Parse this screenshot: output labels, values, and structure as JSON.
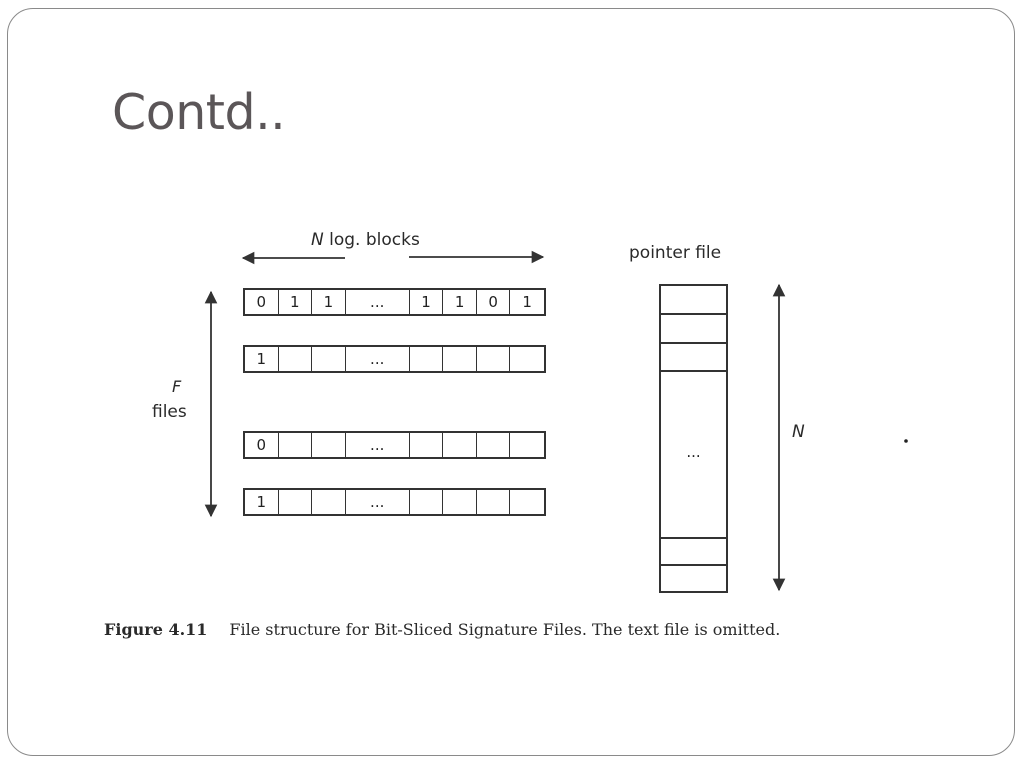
{
  "slide": {
    "title": "Contd.."
  },
  "diagram": {
    "horizontal_label_var": "N",
    "horizontal_label_text": " log. blocks",
    "pointer_file_label": "pointer file",
    "vertical_left_var": "F",
    "vertical_left_text": "files",
    "vertical_right_var": "N",
    "pointer_ellipsis": "...",
    "rows": [
      [
        "0",
        "1",
        "1",
        "...",
        "1",
        "1",
        "0",
        "1"
      ],
      [
        "1",
        "",
        "",
        "...",
        "",
        "",
        "",
        ""
      ],
      [
        "0",
        "",
        "",
        "...",
        "",
        "",
        "",
        ""
      ],
      [
        "1",
        "",
        "",
        "...",
        "",
        "",
        "",
        ""
      ]
    ]
  },
  "caption": {
    "label": "Figure 4.11",
    "text": "File structure for Bit-Sliced Signature Files. The text file is omitted."
  }
}
